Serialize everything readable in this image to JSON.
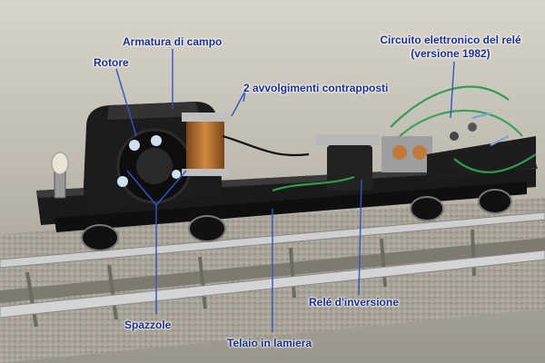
{
  "labels": {
    "armatura": "Armatura di campo",
    "rotore": "Rotore",
    "avvolgimenti": "2 avvolgimenti contrapposti",
    "circuito_line1": "Circuito elettronico del relé",
    "circuito_line2": "(versione 1982)",
    "rele": "Relé d'inversione",
    "spazzole": "Spazzole",
    "telaio": "Telaio in lamiera"
  },
  "colors": {
    "label_text": "#1a2f8f",
    "leader_line": "#2f55c8",
    "background": "#8a8478",
    "chassis": "#141414",
    "track_ballast": "#9a9588",
    "rail_metal": "#c9c9c9",
    "copper_coil": "#b0682a",
    "wire_green": "#2f9e4f"
  }
}
